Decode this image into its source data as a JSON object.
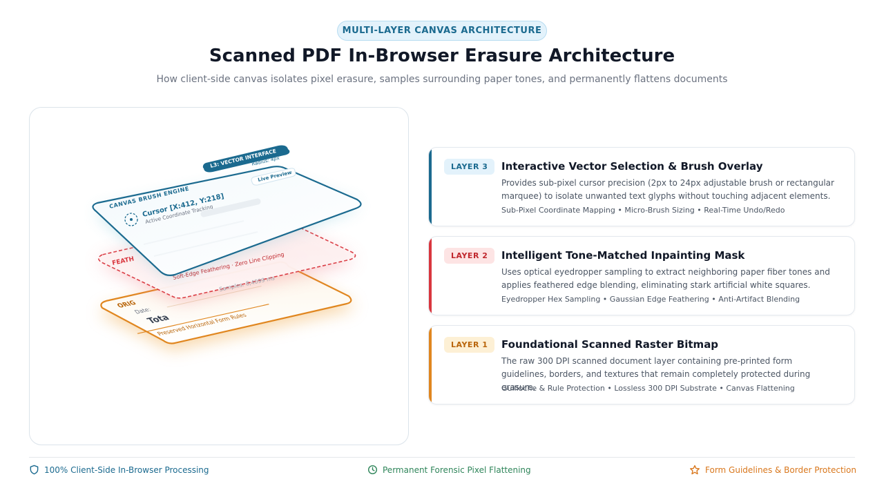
{
  "header": {
    "pill": "MULTI-LAYER CANVAS ARCHITECTURE",
    "title": "Scanned PDF In-Browser Erasure Architecture",
    "subtitle": "How client-side canvas isolates pixel erasure, samples surrounding paper tones, and permanently flattens documents"
  },
  "visual": {
    "top_layer": {
      "tag": "L3: VECTOR INTERFACE",
      "panel": "CANVAS BRUSH ENGINE",
      "cursor": "Cursor [X:412, Y:218]",
      "cursor_sub": "Active Coordinate Tracking",
      "radius": "Radius: 4px",
      "live": "Live Preview"
    },
    "mid_layer": {
      "tag": "FEATH",
      "caption": "Soft-Edge Feathering · Zero Line Clipping",
      "ghost": "Samples: 8,4099 ms"
    },
    "base_layer": {
      "tag": "ORIG",
      "field1": "Date:",
      "field2": "Tota",
      "caption": "Preserved Horizontal Form Rules"
    }
  },
  "layers": [
    {
      "badge": "LAYER 3",
      "title": "Interactive Vector Selection & Brush Overlay",
      "desc": "Provides sub-pixel cursor precision (2px to 24px adjustable brush or rectangular marquee) to isolate unwanted text glyphs without touching adjacent elements.",
      "tags": "Sub-Pixel Coordinate Mapping • Micro-Brush Sizing • Real-Time Undo/Redo",
      "accent": "#1b6a8f",
      "badge_bg": "#e3f2fb",
      "badge_fg": "#1b6a8f"
    },
    {
      "badge": "LAYER 2",
      "title": "Intelligent Tone-Matched Inpainting Mask",
      "desc": "Uses optical eyedropper sampling to extract neighboring paper fiber tones and applies feathered edge blending, eliminating stark artificial white squares.",
      "tags": "Eyedropper Hex Sampling • Gaussian Edge Feathering • Anti-Artifact Blending",
      "accent": "#d9363e",
      "badge_bg": "#fde4e4",
      "badge_fg": "#c0272d"
    },
    {
      "badge": "LAYER 1",
      "title": "Foundational Scanned Raster Bitmap",
      "desc": "The raw 300 DPI scanned document layer containing pre-printed form guidelines, borders, and textures that remain completely protected during erasure.",
      "tags": "Guilloche & Rule Protection • Lossless 300 DPI Substrate • Canvas Flattening",
      "accent": "#e0861f",
      "badge_bg": "#fdf0d5",
      "badge_fg": "#b9650a"
    }
  ],
  "footer": [
    {
      "label": "100% Client-Side In-Browser Processing",
      "icon": "shield-icon",
      "color": "#1b6a8f"
    },
    {
      "label": "Permanent Forensic Pixel Flattening",
      "icon": "clock-icon",
      "color": "#2f855a"
    },
    {
      "label": "Form Guidelines & Border Protection",
      "icon": "star-icon",
      "color": "#d9771c"
    }
  ]
}
